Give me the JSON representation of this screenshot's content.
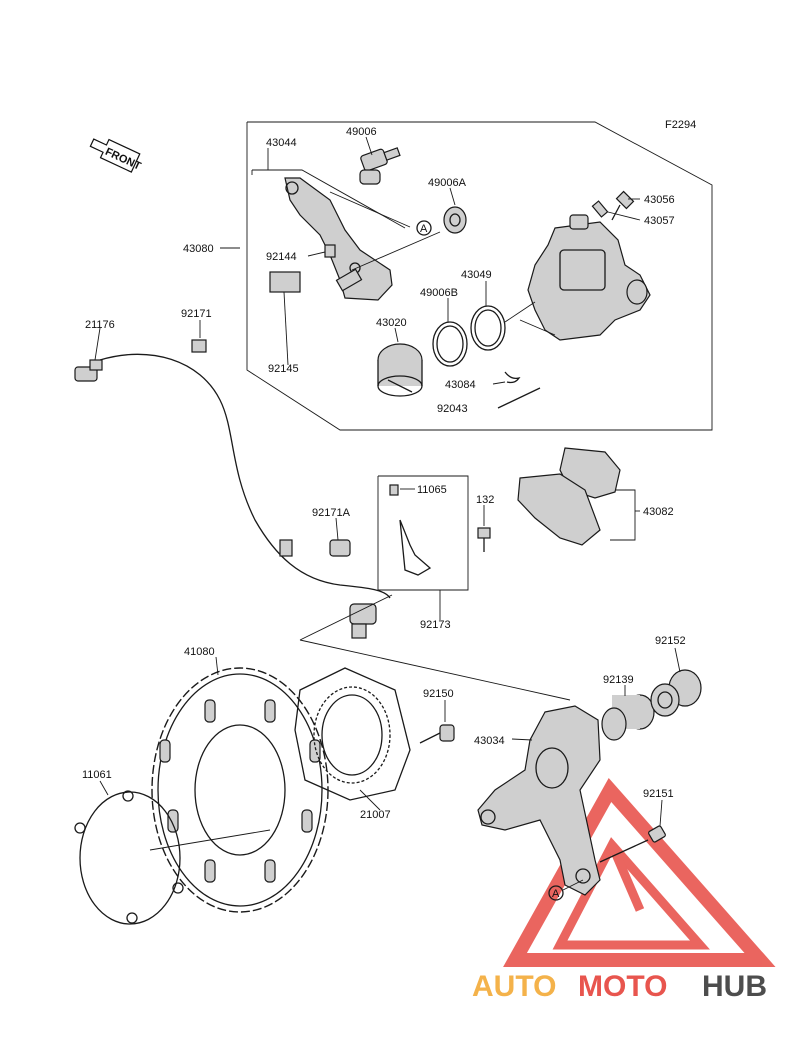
{
  "diagram_code": "F2294",
  "front_arrow_label": "FRONT",
  "marker_letter": "A",
  "watermark": {
    "auto": "AUTO",
    "moto": "MOTO",
    "hub": "HUB",
    "colors": {
      "auto": "#f4b24a",
      "moto": "#e8554e",
      "hub": "#4d4d4d"
    }
  },
  "parts": {
    "p43044": "43044",
    "p49006": "49006",
    "p49006A": "49006A",
    "p43056": "43056",
    "p43057": "43057",
    "p43080": "43080",
    "p92144": "92144",
    "p43049": "43049",
    "p49006B": "49006B",
    "p43020": "43020",
    "p43084": "43084",
    "p92043": "92043",
    "p92171": "92171",
    "p21176": "21176",
    "p92145": "92145",
    "p11065": "11065",
    "p132": "132",
    "p92171A": "92171A",
    "p43082": "43082",
    "p92173": "92173",
    "p92152": "92152",
    "p41080": "41080",
    "p92139": "92139",
    "p92150": "92150",
    "p43034": "43034",
    "p11061": "11061",
    "p21007": "21007",
    "p92151": "92151"
  }
}
